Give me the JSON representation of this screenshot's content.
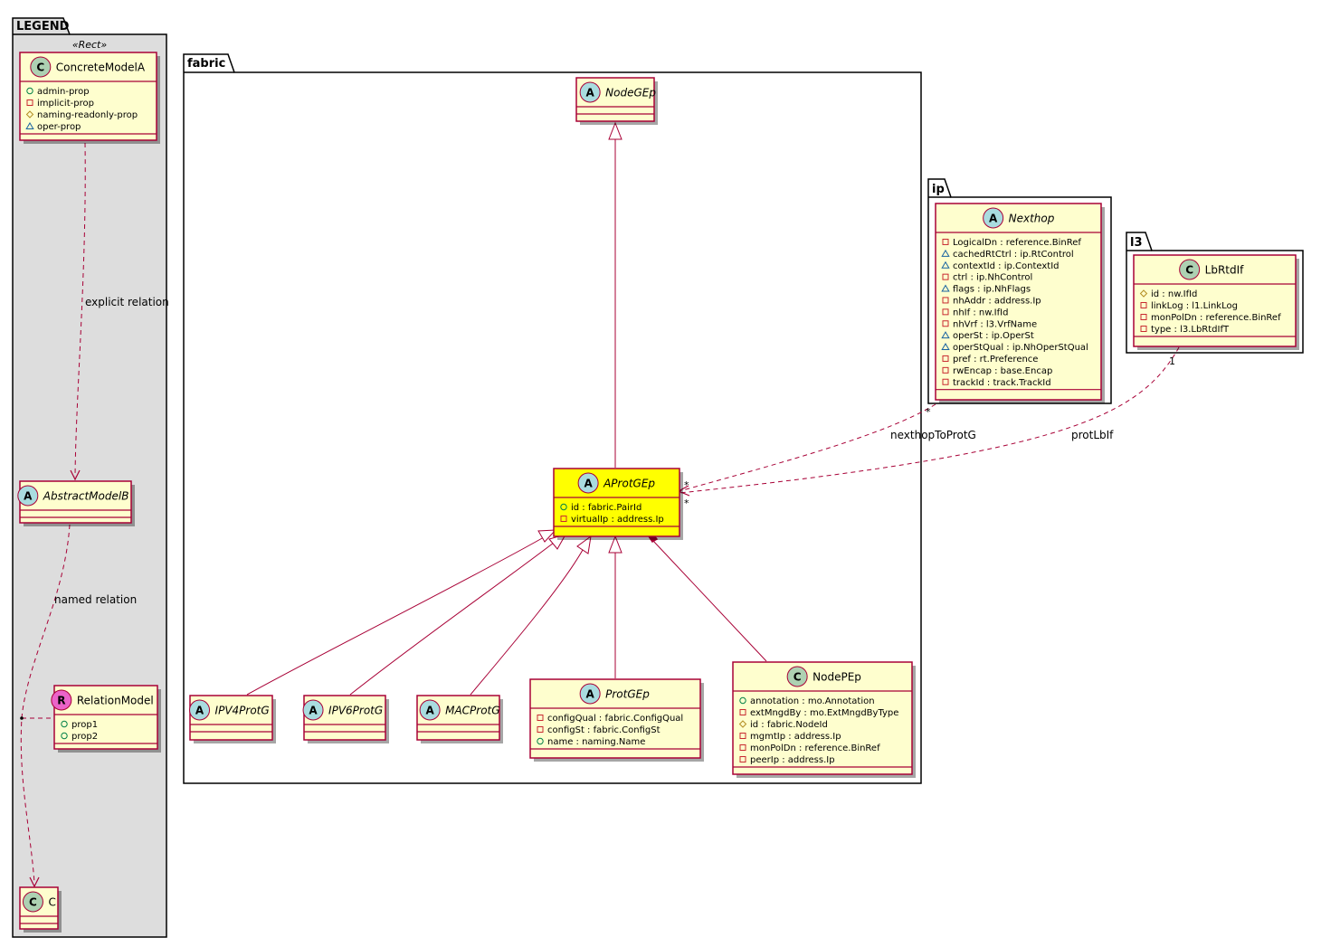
{
  "colors": {
    "class_fill": "#FEFECE",
    "class_border": "#A80036",
    "highlight_fill": "#FFFF00",
    "legend_fill": "#DDDDDD",
    "abstract_circle": "#A9DCDF",
    "concrete_circle": "#ADD1B2",
    "relation_circle": "#EB63C9",
    "edge": "#A80036"
  },
  "packages": {
    "legend": "LEGEND",
    "fabric": "fabric",
    "ip": "ip",
    "l3": "l3"
  },
  "legend": {
    "stereotype": "«Rect»",
    "concrete": {
      "title": "ConcreteModelA",
      "circle": "C",
      "attrs": [
        {
          "vis": "+",
          "text": "admin-prop"
        },
        {
          "vis": "-",
          "text": "implicit-prop"
        },
        {
          "vis": "#",
          "text": "naming-readonly-prop"
        },
        {
          "vis": "~",
          "text": "oper-prop"
        }
      ]
    },
    "abstract": {
      "title": "AbstractModelB",
      "circle": "A"
    },
    "relation": {
      "title": "RelationModel",
      "circle": "R",
      "attrs": [
        {
          "vis": "+",
          "text": "prop1"
        },
        {
          "vis": "+",
          "text": "prop2"
        }
      ]
    },
    "c": {
      "title": "C",
      "circle": "C"
    },
    "explicit_label": "explicit relation",
    "named_label": "named relation"
  },
  "fabric": {
    "node_gep": {
      "title": "NodeGEp",
      "circle": "A"
    },
    "aprot_gep": {
      "title": "AProtGEp",
      "circle": "A",
      "attrs": [
        {
          "vis": "+",
          "text": "id : fabric.PairId"
        },
        {
          "vis": "-",
          "text": "virtualIp : address.Ip"
        }
      ]
    },
    "ipv4": {
      "title": "IPV4ProtG",
      "circle": "A"
    },
    "ipv6": {
      "title": "IPV6ProtG",
      "circle": "A"
    },
    "mac": {
      "title": "MACProtG",
      "circle": "A"
    },
    "prot_gep": {
      "title": "ProtGEp",
      "circle": "A",
      "attrs": [
        {
          "vis": "-",
          "text": "configQual : fabric.ConfigQual"
        },
        {
          "vis": "-",
          "text": "configSt : fabric.ConfigSt"
        },
        {
          "vis": "+",
          "text": "name : naming.Name"
        }
      ]
    },
    "node_pep": {
      "title": "NodePEp",
      "circle": "C",
      "attrs": [
        {
          "vis": "+",
          "text": "annotation : mo.Annotation"
        },
        {
          "vis": "-",
          "text": "extMngdBy : mo.ExtMngdByType"
        },
        {
          "vis": "#",
          "text": "id : fabric.NodeId"
        },
        {
          "vis": "-",
          "text": "mgmtIp : address.Ip"
        },
        {
          "vis": "-",
          "text": "monPolDn : reference.BinRef"
        },
        {
          "vis": "-",
          "text": "peerIp : address.Ip"
        }
      ]
    }
  },
  "ip": {
    "nexthop": {
      "title": "Nexthop",
      "circle": "A",
      "attrs": [
        {
          "vis": "-",
          "text": "LogicalDn : reference.BinRef"
        },
        {
          "vis": "~",
          "text": "cachedRtCtrl : ip.RtControl"
        },
        {
          "vis": "~",
          "text": "contextId : ip.ContextId"
        },
        {
          "vis": "-",
          "text": "ctrl : ip.NhControl"
        },
        {
          "vis": "~",
          "text": "flags : ip.NhFlags"
        },
        {
          "vis": "-",
          "text": "nhAddr : address.Ip"
        },
        {
          "vis": "-",
          "text": "nhIf : nw.IfId"
        },
        {
          "vis": "-",
          "text": "nhVrf : l3.VrfName"
        },
        {
          "vis": "~",
          "text": "operSt : ip.OperSt"
        },
        {
          "vis": "~",
          "text": "operStQual : ip.NhOperStQual"
        },
        {
          "vis": "-",
          "text": "pref : rt.Preference"
        },
        {
          "vis": "-",
          "text": "rwEncap : base.Encap"
        },
        {
          "vis": "-",
          "text": "trackId : track.TrackId"
        }
      ]
    }
  },
  "l3": {
    "lbrtdif": {
      "title": "LbRtdIf",
      "circle": "C",
      "attrs": [
        {
          "vis": "#",
          "text": "id : nw.IfId"
        },
        {
          "vis": "-",
          "text": "linkLog : l1.LinkLog"
        },
        {
          "vis": "-",
          "text": "monPolDn : reference.BinRef"
        },
        {
          "vis": "-",
          "text": "type : l3.LbRtdIfT"
        }
      ]
    }
  },
  "relations": {
    "nexthop_label": "nexthopToProtG",
    "protlbif_label": "protLbIf",
    "mult_star": "*",
    "mult_one": "1"
  }
}
